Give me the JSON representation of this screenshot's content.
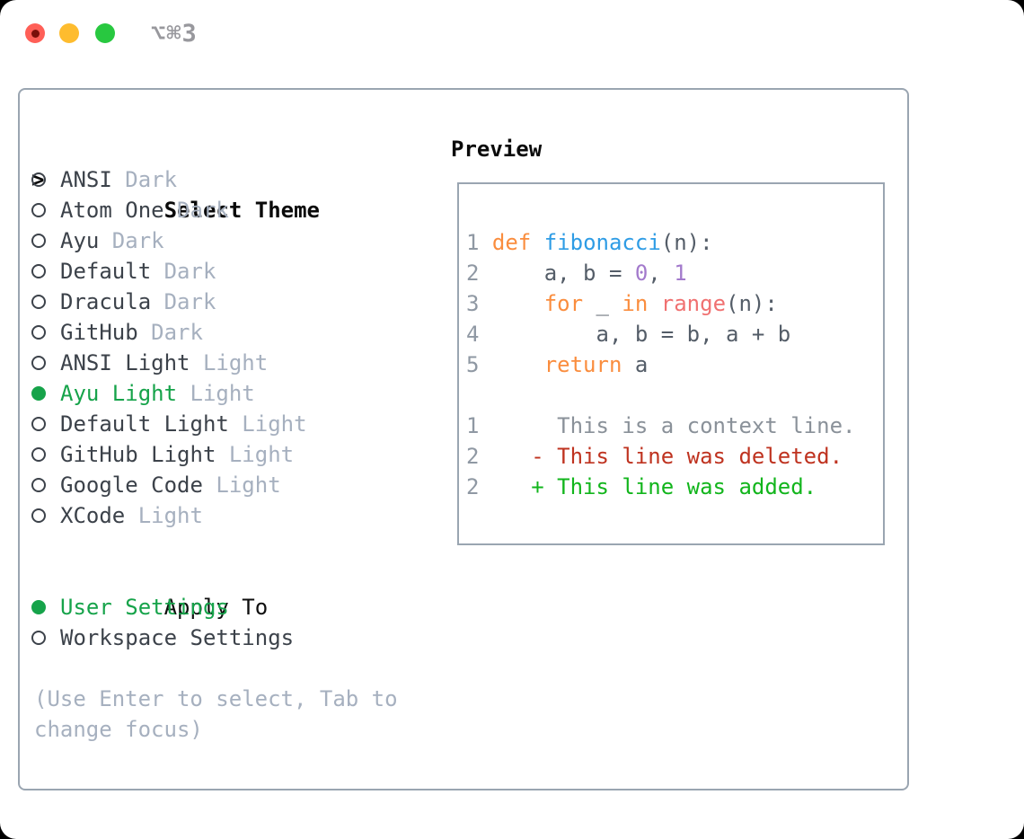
{
  "titlebar": {
    "shortcut": "⌥⌘3"
  },
  "theme_panel": {
    "header": {
      "prompt": ">",
      "label": "Select Theme"
    },
    "items": [
      {
        "name": "ANSI",
        "variant": "Dark",
        "selected": false
      },
      {
        "name": "Atom One",
        "variant": "Dark",
        "selected": false
      },
      {
        "name": "Ayu",
        "variant": "Dark",
        "selected": false
      },
      {
        "name": "Default",
        "variant": "Dark",
        "selected": false
      },
      {
        "name": "Dracula",
        "variant": "Dark",
        "selected": false
      },
      {
        "name": "GitHub",
        "variant": "Dark",
        "selected": false
      },
      {
        "name": "ANSI Light",
        "variant": "Light",
        "selected": false
      },
      {
        "name": "Ayu Light",
        "variant": "Light",
        "selected": true
      },
      {
        "name": "Default Light",
        "variant": "Light",
        "selected": false
      },
      {
        "name": "GitHub Light",
        "variant": "Light",
        "selected": false
      },
      {
        "name": "Google Code",
        "variant": "Light",
        "selected": false
      },
      {
        "name": "XCode",
        "variant": "Light",
        "selected": false
      }
    ],
    "apply_to": {
      "label": "Apply To",
      "options": [
        {
          "name": "User Settings",
          "selected": true
        },
        {
          "name": "Workspace Settings",
          "selected": false
        }
      ]
    },
    "hint_line1": "(Use Enter to select, Tab to",
    "hint_line2": "change focus)"
  },
  "preview": {
    "header": "Preview",
    "lines": [
      {
        "num": "1",
        "tokens": [
          {
            "t": " ",
            "c": "fg"
          },
          {
            "t": "def",
            "c": "kw"
          },
          {
            "t": " ",
            "c": "fg"
          },
          {
            "t": "fibonacci",
            "c": "fn"
          },
          {
            "t": "(n):",
            "c": "fg"
          }
        ]
      },
      {
        "num": "2",
        "tokens": [
          {
            "t": "     a, b = ",
            "c": "fg"
          },
          {
            "t": "0",
            "c": "pur"
          },
          {
            "t": ", ",
            "c": "fg"
          },
          {
            "t": "1",
            "c": "pur"
          }
        ]
      },
      {
        "num": "3",
        "tokens": [
          {
            "t": "     ",
            "c": "fg"
          },
          {
            "t": "for",
            "c": "kw"
          },
          {
            "t": " _ ",
            "c": "fg"
          },
          {
            "t": "in",
            "c": "kw"
          },
          {
            "t": " ",
            "c": "fg"
          },
          {
            "t": "range",
            "c": "call"
          },
          {
            "t": "(n):",
            "c": "fg"
          }
        ]
      },
      {
        "num": "4",
        "tokens": [
          {
            "t": "         a, b = b, a + b",
            "c": "fg"
          }
        ]
      },
      {
        "num": "5",
        "tokens": [
          {
            "t": "     ",
            "c": "fg"
          },
          {
            "t": "return",
            "c": "kw"
          },
          {
            "t": " a",
            "c": "fg"
          }
        ]
      },
      {
        "num": "",
        "tokens": []
      },
      {
        "num": "1",
        "tokens": [
          {
            "t": "      This is a context line.",
            "c": "ctx"
          }
        ]
      },
      {
        "num": "2",
        "tokens": [
          {
            "t": "    - This line was deleted.",
            "c": "del"
          }
        ]
      },
      {
        "num": "2",
        "tokens": [
          {
            "t": "    + This line was added.",
            "c": "add"
          }
        ]
      }
    ]
  },
  "colors": {
    "traffic_red": "#ff5f57",
    "traffic_red_dot": "#7a100a",
    "traffic_yellow": "#febc2e",
    "traffic_green": "#28c840",
    "shortcut": "#98989d",
    "border": "#9aa5b1",
    "header": "#0a0a0a",
    "item": "#3c424a",
    "variant": "#a6b0bf",
    "sel": "#16a34a",
    "hint": "#a6b0bf",
    "ln": "#8f98a3",
    "fg": "#545d68",
    "kw": "#fa8d3e",
    "fn": "#2e9ce5",
    "pur": "#a37acc",
    "call": "#f07171",
    "ctx": "#8a9199",
    "del": "#bf3320",
    "add": "#12b51c"
  }
}
